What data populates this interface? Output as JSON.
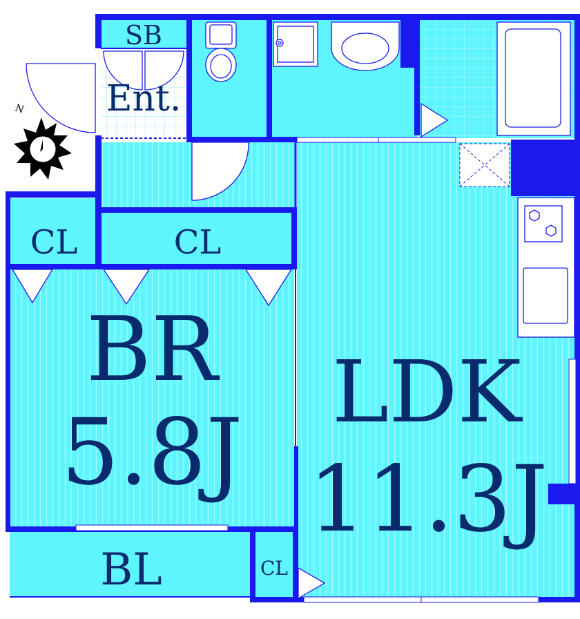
{
  "colors": {
    "floor": "#5ff5ff",
    "wall": "#1a1aee",
    "label": "#0a2a6e",
    "fixture": "#ffffff",
    "stripe": "#8ffaff",
    "grid": "#a8fbff",
    "compass": "#000000"
  },
  "compass": {
    "north_label": "N",
    "icon": "compass-rose-icon"
  },
  "rooms": {
    "sb": {
      "label": "SB"
    },
    "entrance": {
      "label": "Ent."
    },
    "closet_small_left": {
      "label": "CL"
    },
    "closet_hall": {
      "label": "CL"
    },
    "bedroom": {
      "label": "BR",
      "size": "5.8J"
    },
    "ldk": {
      "label": "LDK",
      "size": "11.3J"
    },
    "balcony": {
      "label": "BL"
    },
    "closet_bottom": {
      "label": "CL"
    }
  },
  "fixtures": [
    "toilet-icon",
    "washer-pan-icon",
    "washbasin-icon",
    "bathtub-icon",
    "stove-icon",
    "sink-icon",
    "refrigerator-space-icon"
  ]
}
